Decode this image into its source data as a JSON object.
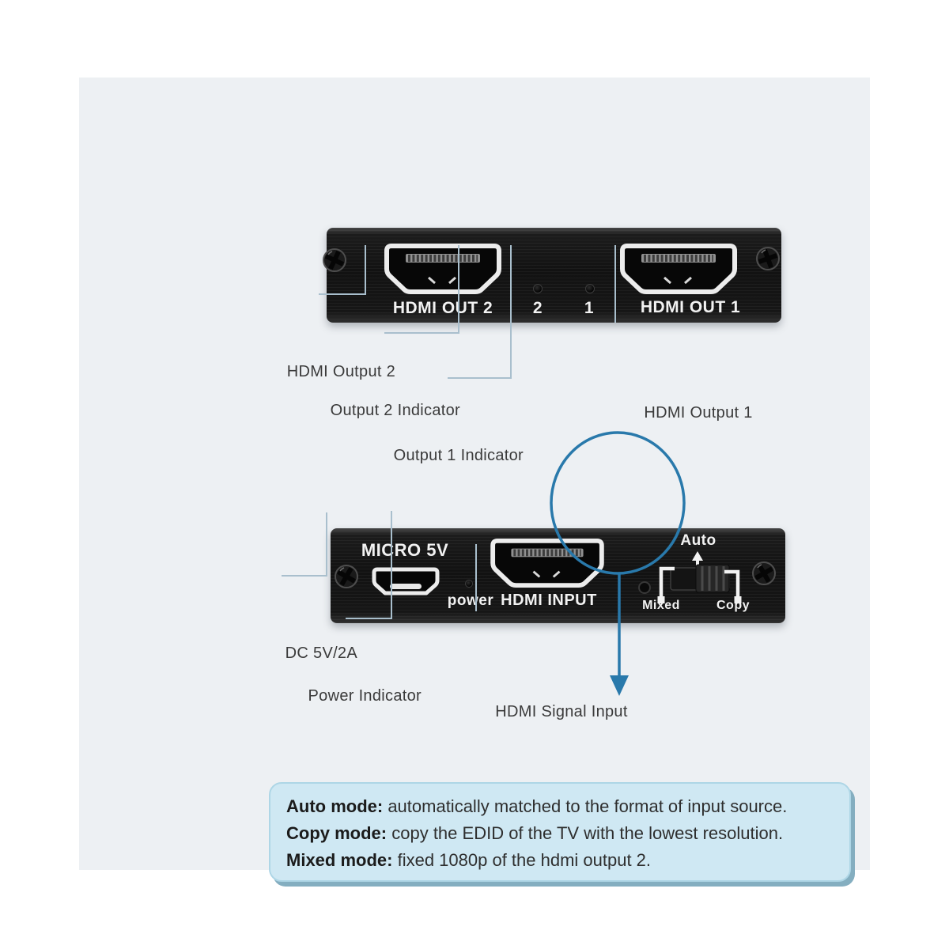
{
  "colors": {
    "accent": "#2979ab",
    "leader": "#a9bfcd",
    "canvas": "#edf0f3",
    "info_bg": "#cfe8f3",
    "label_ink": "#3a3a3a"
  },
  "top_panel": {
    "port2_label": "HDMI OUT 2",
    "port1_label": "HDMI OUT 1",
    "indicator2_label": "2",
    "indicator1_label": "1"
  },
  "top_annotations": {
    "hdmi_output_2": "HDMI Output 2",
    "output_2_indicator": "Output 2 Indicator",
    "output_1_indicator": "Output 1 Indicator",
    "hdmi_output_1": "HDMI Output 1"
  },
  "bottom_panel": {
    "micro_label": "MICRO 5V",
    "power_label": "power",
    "input_label": "HDMI INPUT",
    "switch": {
      "auto": "Auto",
      "mixed": "Mixed",
      "copy": "Copy"
    }
  },
  "bottom_annotations": {
    "dc": "DC 5V/2A",
    "power_indicator": "Power Indicator",
    "hdmi_signal_input": "HDMI Signal Input"
  },
  "info_box": {
    "lines": [
      {
        "title": "Auto mode:",
        "text": " automatically matched to the format of input source."
      },
      {
        "title": "Copy mode:",
        "text": " copy the EDID of the TV with the lowest resolution."
      },
      {
        "title": "Mixed mode:",
        "text": " fixed 1080p of the hdmi output 2."
      }
    ]
  }
}
